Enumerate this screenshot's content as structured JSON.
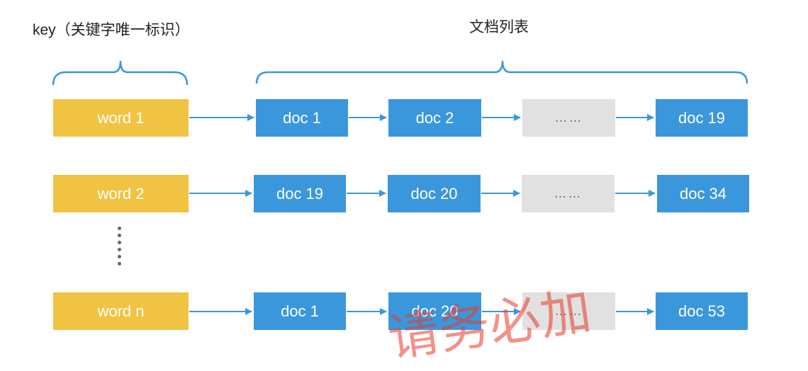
{
  "labels": {
    "key": "key（关键字唯一标识）",
    "docs": "文档列表"
  },
  "rows": [
    {
      "word": "word 1",
      "docs": [
        "doc 1",
        "doc 2",
        "……",
        "doc 19"
      ]
    },
    {
      "word": "word 2",
      "docs": [
        "doc 19",
        "doc 20",
        "……",
        "doc 34"
      ]
    },
    {
      "word": "word n",
      "docs": [
        "doc 1",
        "doc 20",
        "……",
        "doc 53"
      ]
    }
  ],
  "watermark": "请务必加",
  "colors": {
    "word": "#f1c343",
    "doc": "#3b97dc",
    "gap": "#e1e1e1",
    "arrow": "#3b97dc",
    "watermark": "#e8392a"
  }
}
